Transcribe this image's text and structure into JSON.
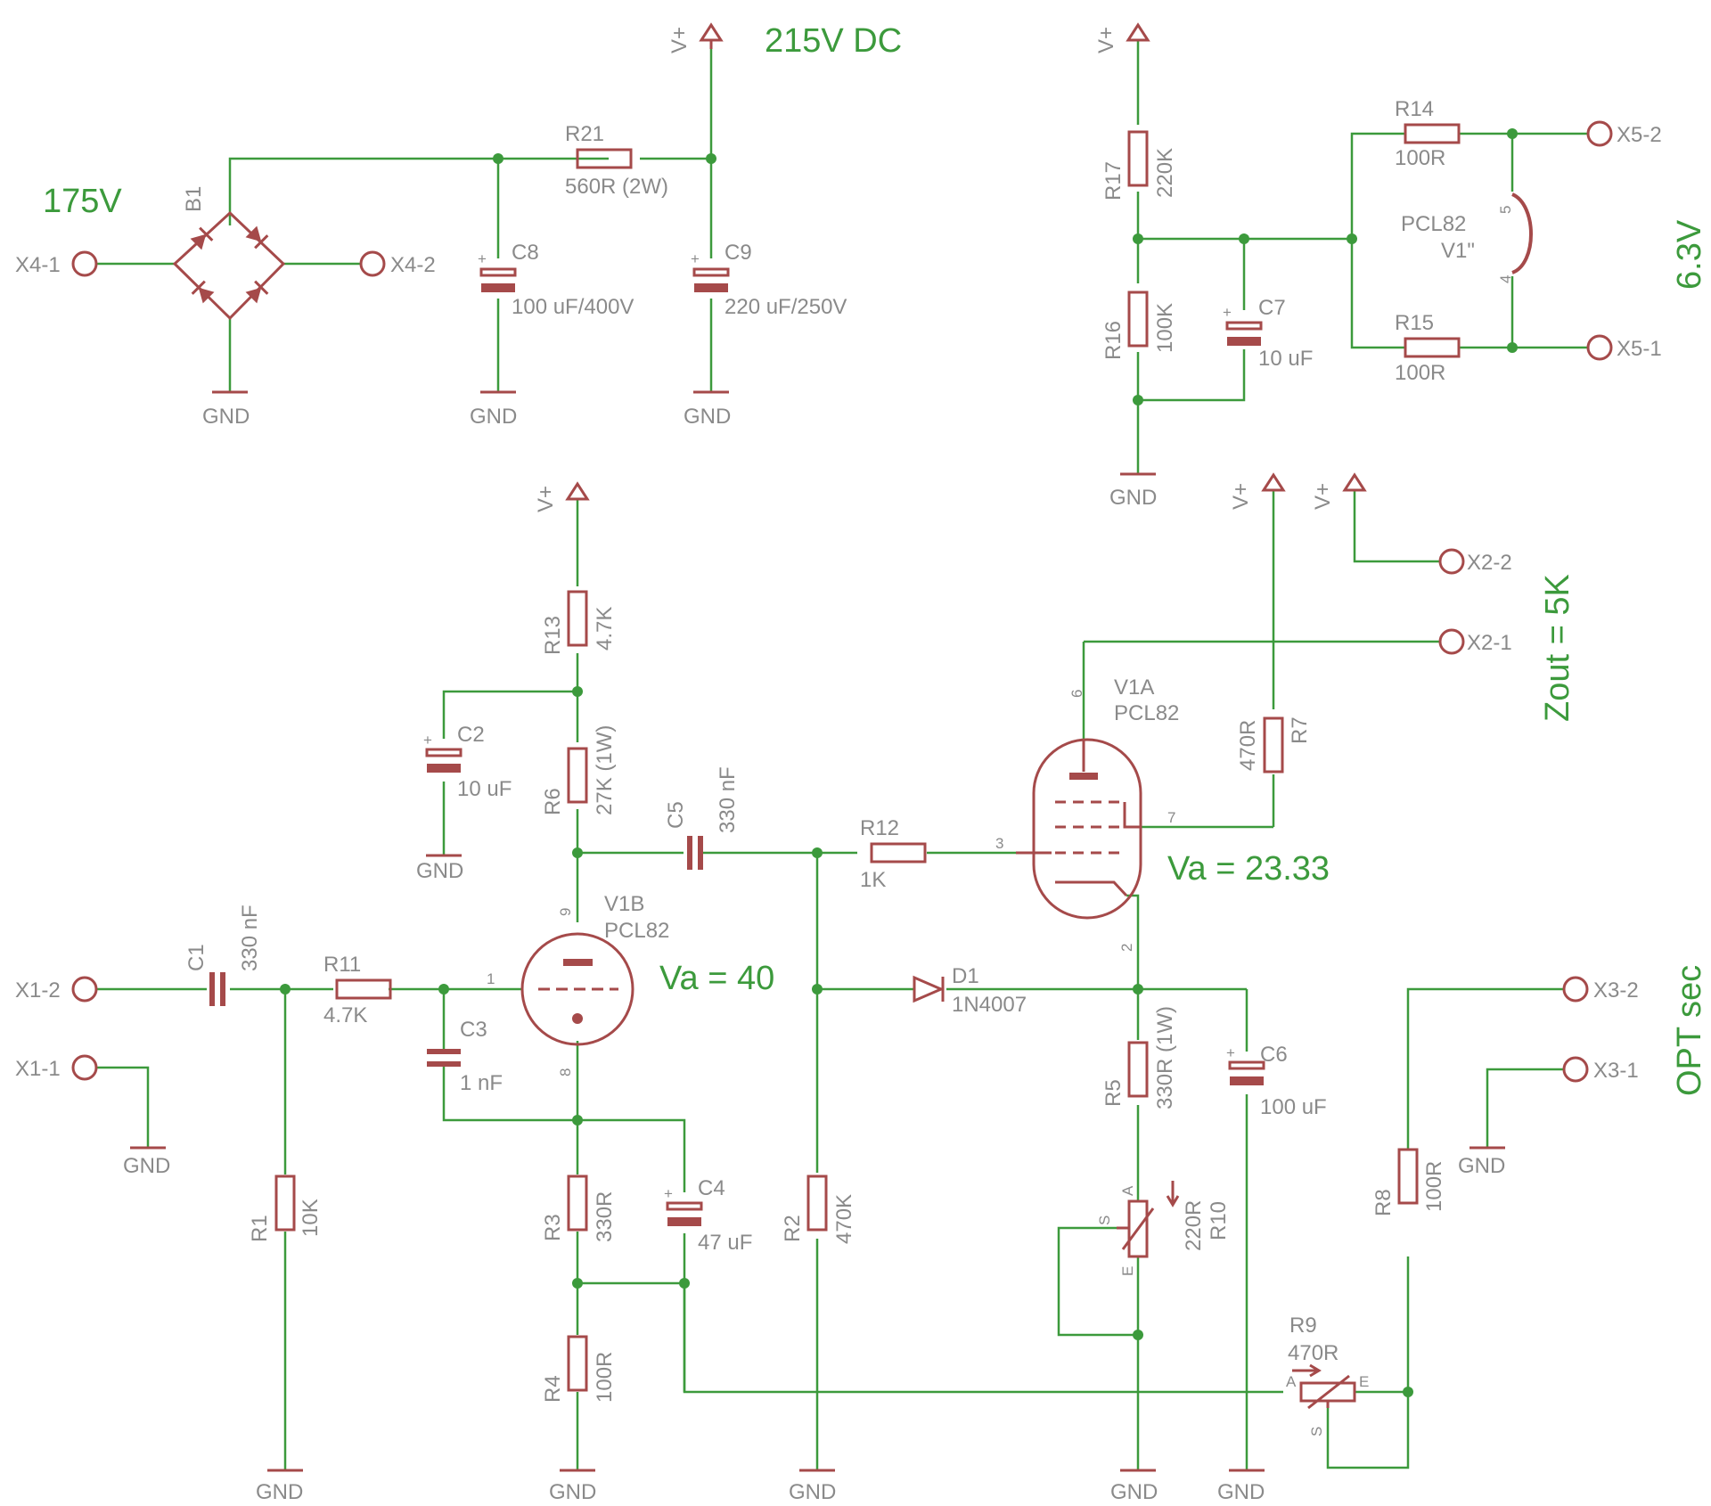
{
  "notes": {
    "v_dc": "215V DC",
    "v_ac": "175V",
    "heater": "6.3V",
    "zout": "Zout = 5K",
    "va_v1a": "Va = 23.33",
    "va_v1b": "Va = 40",
    "opt_sec": "OPT sec"
  },
  "supply": "V+",
  "ground": "GND",
  "connectors": {
    "x4_1": "X4-1",
    "x4_2": "X4-2",
    "x5_1": "X5-1",
    "x5_2": "X5-2",
    "x2_1": "X2-1",
    "x2_2": "X2-2",
    "x1_1": "X1-1",
    "x1_2": "X1-2",
    "x3_1": "X3-1",
    "x3_2": "X3-2"
  },
  "parts": {
    "b1": "B1",
    "r21": {
      "name": "R21",
      "value": "560R (2W)"
    },
    "c8": {
      "name": "C8",
      "value": "100 uF/400V"
    },
    "c9": {
      "name": "C9",
      "value": "220 uF/250V"
    },
    "r17": {
      "name": "R17",
      "value": "220K"
    },
    "r16": {
      "name": "R16",
      "value": "100K"
    },
    "c7": {
      "name": "C7",
      "value": "10 uF"
    },
    "r14": {
      "name": "R14",
      "value": "100R"
    },
    "r15": {
      "name": "R15",
      "value": "100R"
    },
    "v1_heater": {
      "name": "V1\"",
      "type": "PCL82"
    },
    "r13": {
      "name": "R13",
      "value": "4.7K"
    },
    "c2": {
      "name": "C2",
      "value": "10 uF"
    },
    "r6": {
      "name": "R6",
      "value": "27K (1W)"
    },
    "c5": {
      "name": "C5",
      "value": "330 nF"
    },
    "r12": {
      "name": "R12",
      "value": "1K"
    },
    "v1a": {
      "name": "V1A",
      "type": "PCL82"
    },
    "r7": {
      "name": "R7",
      "value": "470R"
    },
    "v1b": {
      "name": "V1B",
      "type": "PCL82"
    },
    "c1": {
      "name": "C1",
      "value": "330 nF"
    },
    "r11": {
      "name": "R11",
      "value": "4.7K"
    },
    "c3": {
      "name": "C3",
      "value": "1 nF"
    },
    "r1": {
      "name": "R1",
      "value": "10K"
    },
    "r3": {
      "name": "R3",
      "value": "330R"
    },
    "c4": {
      "name": "C4",
      "value": "47 uF"
    },
    "r4": {
      "name": "R4",
      "value": "100R"
    },
    "r2": {
      "name": "R2",
      "value": "470K"
    },
    "d1": {
      "name": "D1",
      "value": "1N4007"
    },
    "r5": {
      "name": "R5",
      "value": "330R (1W)"
    },
    "c6": {
      "name": "C6",
      "value": "100 uF"
    },
    "r10": {
      "name": "R10",
      "value": "220R"
    },
    "r9": {
      "name": "R9",
      "value": "470R"
    },
    "r8": {
      "name": "R8",
      "value": "100R"
    }
  },
  "pins": {
    "p1": "1",
    "p2": "2",
    "p3": "3",
    "p4": "4",
    "p5": "5",
    "p6": "6",
    "p7": "7",
    "p8": "8",
    "p9": "9",
    "a": "A",
    "e": "E",
    "s": "S"
  },
  "colors": {
    "wire": "#3c9a3c",
    "component": "#a54a4a",
    "label": "#8a8a8a"
  }
}
